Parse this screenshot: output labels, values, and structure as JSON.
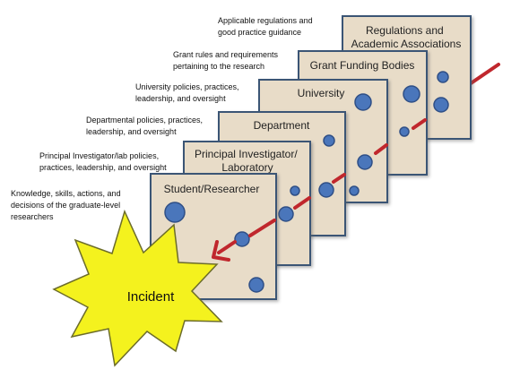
{
  "layers": [
    {
      "id": "regulations",
      "title_lines": [
        "Regulations and",
        "Academic Associations"
      ],
      "description_lines": [
        "Applicable regulations and",
        "good practice guidance"
      ]
    },
    {
      "id": "grant",
      "title_lines": [
        "Grant Funding Bodies"
      ],
      "description_lines": [
        "Grant rules and requirements",
        "pertaining to the research"
      ]
    },
    {
      "id": "university",
      "title_lines": [
        "University"
      ],
      "description_lines": [
        "University policies, practices,",
        "leadership, and oversight"
      ]
    },
    {
      "id": "department",
      "title_lines": [
        "Department"
      ],
      "description_lines": [
        "Departmental policies, practices,",
        "leadership, and oversight"
      ]
    },
    {
      "id": "pi-lab",
      "title_lines": [
        "Principal Investigator/",
        "Laboratory"
      ],
      "description_lines": [
        "Principal Investigator/lab policies,",
        "practices, leadership, and oversight"
      ]
    },
    {
      "id": "student",
      "title_lines": [
        "Student/Researcher"
      ],
      "description_lines": [
        "Knowledge, skills, actions, and",
        "decisions of the graduate-level",
        "researchers"
      ]
    }
  ],
  "incident": {
    "label": "Incident"
  },
  "colors": {
    "panel_fill": "#e8dcc8",
    "panel_stroke": "#3b5574",
    "hole_fill": "#4a76bb",
    "hole_stroke": "#2f4f86",
    "arrow": "#c0272d",
    "starburst_fill": "#f4f21e",
    "starburst_stroke": "#6c6c2a"
  }
}
